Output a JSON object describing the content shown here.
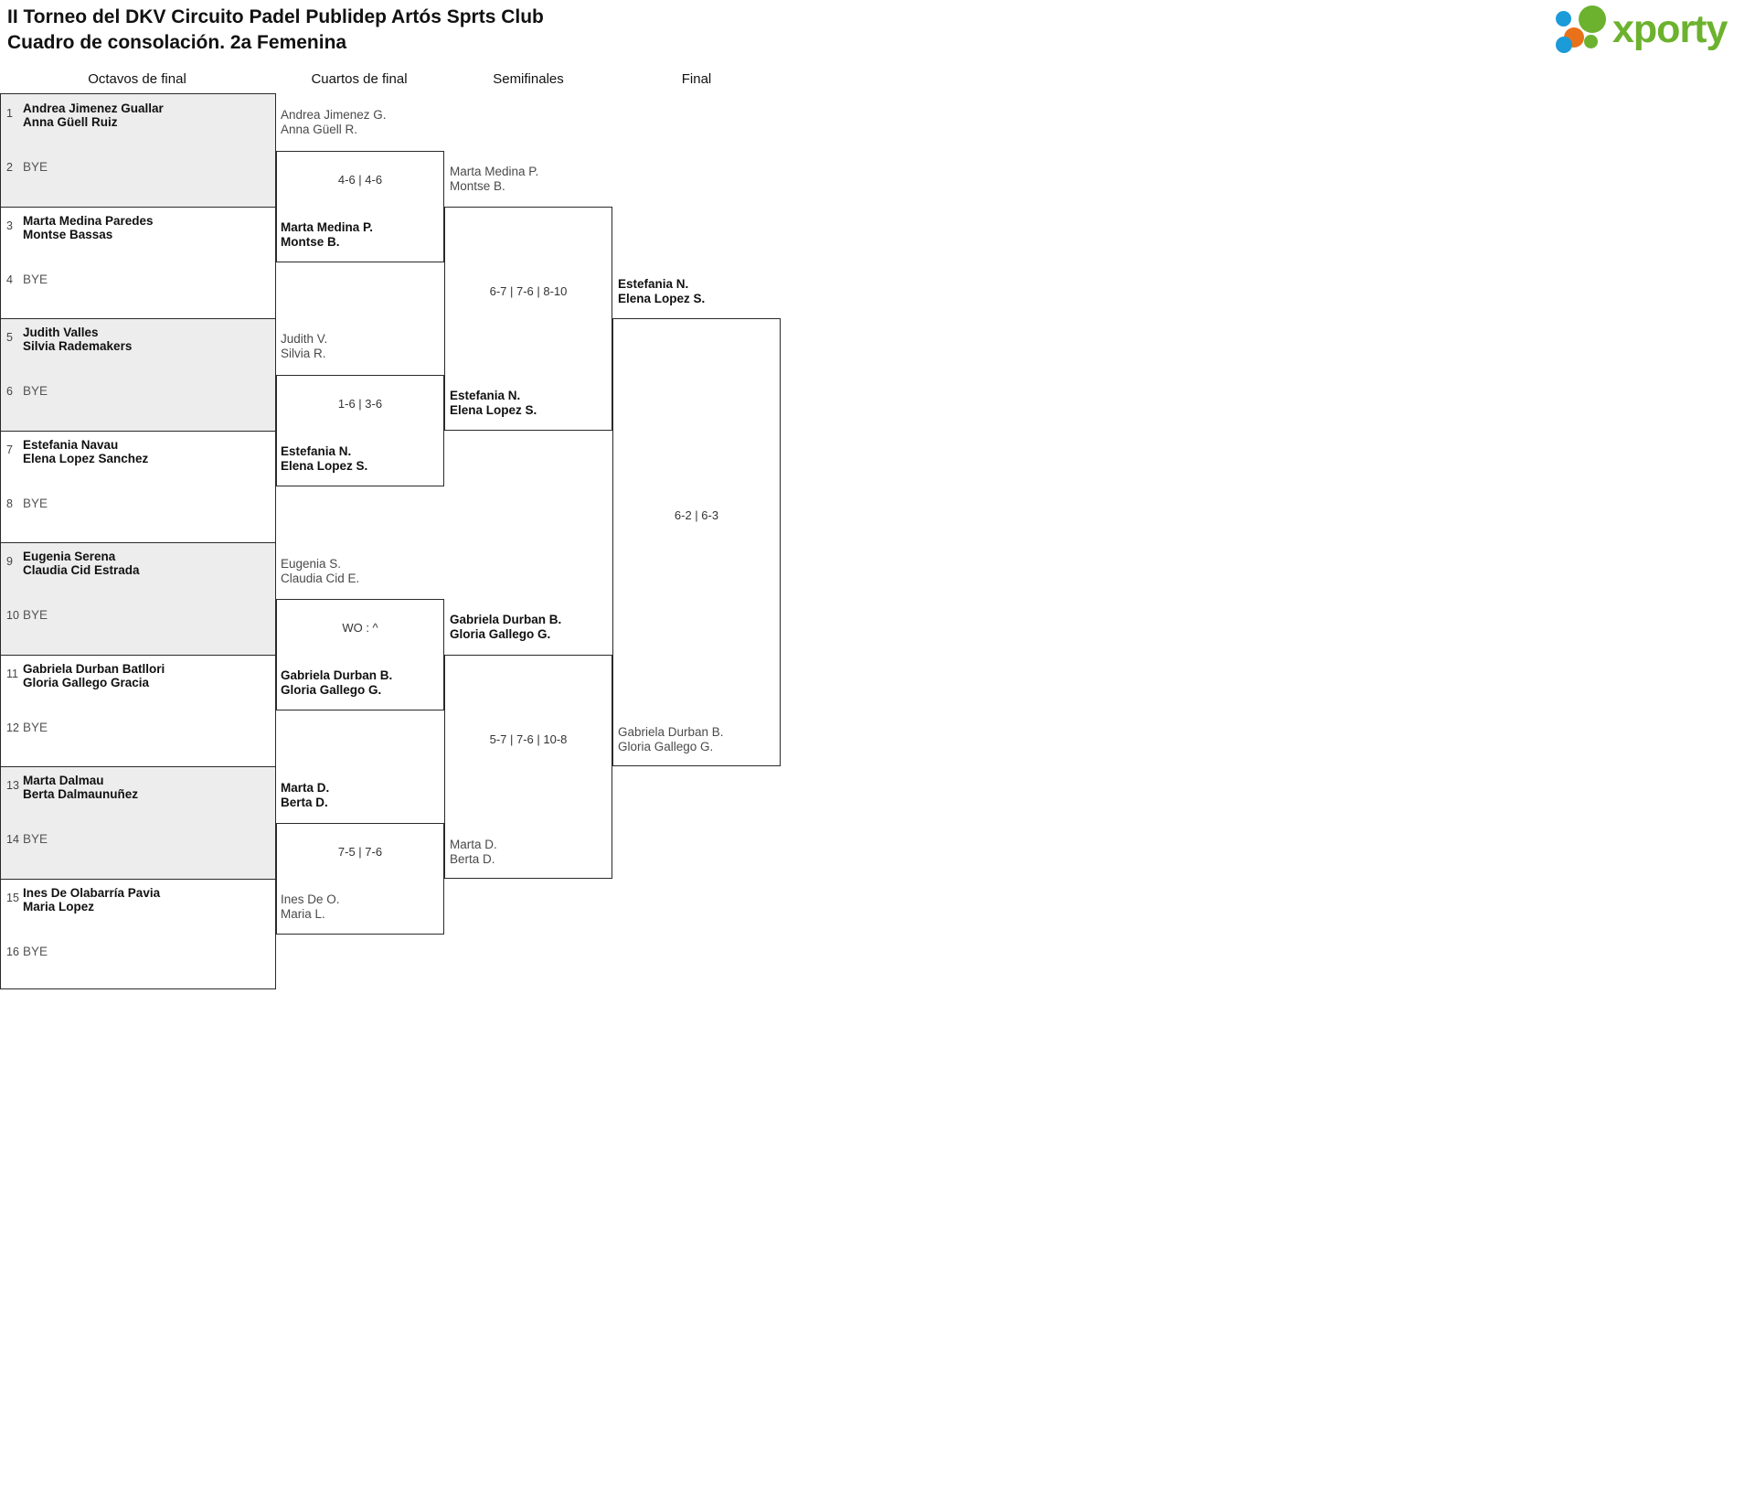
{
  "header": {
    "title_line1": "II Torneo del DKV Circuito Padel Publidep Artós Sprts Club",
    "title_line2": "Cuadro de consolación. 2a Femenina",
    "logo_text": "xporty",
    "logo_colors": {
      "blue": "#1b9bd8",
      "orange": "#e8711a",
      "green": "#6cb22e"
    }
  },
  "rounds": [
    {
      "label": "Octavos de final"
    },
    {
      "label": "Cuartos de final"
    },
    {
      "label": "Semifinales"
    },
    {
      "label": "Final"
    }
  ],
  "round1_slots": [
    {
      "seed": "1",
      "bye": false,
      "line1": "Andrea Jimenez Guallar",
      "line2": "Anna Güell Ruiz"
    },
    {
      "seed": "2",
      "bye": true,
      "line1": "BYE",
      "line2": ""
    },
    {
      "seed": "3",
      "bye": false,
      "line1": "Marta Medina Paredes",
      "line2": "Montse Bassas"
    },
    {
      "seed": "4",
      "bye": true,
      "line1": "BYE",
      "line2": ""
    },
    {
      "seed": "5",
      "bye": false,
      "line1": "Judith Valles",
      "line2": "Silvia Rademakers"
    },
    {
      "seed": "6",
      "bye": true,
      "line1": "BYE",
      "line2": ""
    },
    {
      "seed": "7",
      "bye": false,
      "line1": "Estefania Navau",
      "line2": "Elena Lopez Sanchez"
    },
    {
      "seed": "8",
      "bye": true,
      "line1": "BYE",
      "line2": ""
    },
    {
      "seed": "9",
      "bye": false,
      "line1": "Eugenia Serena",
      "line2": "Claudia Cid Estrada"
    },
    {
      "seed": "10",
      "bye": true,
      "line1": "BYE",
      "line2": ""
    },
    {
      "seed": "11",
      "bye": false,
      "line1": "Gabriela Durban Batllori",
      "line2": "Gloria Gallego Gracia"
    },
    {
      "seed": "12",
      "bye": true,
      "line1": "BYE",
      "line2": ""
    },
    {
      "seed": "13",
      "bye": false,
      "line1": "Marta Dalmau",
      "line2": "Berta Dalmaunuñez"
    },
    {
      "seed": "14",
      "bye": true,
      "line1": "BYE",
      "line2": ""
    },
    {
      "seed": "15",
      "bye": false,
      "line1": "Ines De Olabarría Pavia",
      "line2": "Maria Lopez"
    },
    {
      "seed": "16",
      "bye": true,
      "line1": "BYE",
      "line2": ""
    }
  ],
  "quarterfinals": [
    {
      "score": "4-6 | 4-6",
      "top": {
        "line1": "Andrea Jimenez G.",
        "line2": "Anna Güell R.",
        "winner": false
      },
      "bottom": {
        "line1": "Marta Medina P.",
        "line2": "Montse B.",
        "winner": true
      }
    },
    {
      "score": "1-6 | 3-6",
      "top": {
        "line1": "Judith V.",
        "line2": "Silvia R.",
        "winner": false
      },
      "bottom": {
        "line1": "Estefania N.",
        "line2": "Elena Lopez S.",
        "winner": true
      }
    },
    {
      "score": "WO : ^",
      "top": {
        "line1": "Eugenia S.",
        "line2": "Claudia Cid E.",
        "winner": false
      },
      "bottom": {
        "line1": "Gabriela Durban B.",
        "line2": "Gloria Gallego G.",
        "winner": true
      }
    },
    {
      "score": "7-5 | 7-6",
      "top": {
        "line1": "Marta D.",
        "line2": "Berta D.",
        "winner": true
      },
      "bottom": {
        "line1": "Ines De O.",
        "line2": "Maria L.",
        "winner": false
      }
    }
  ],
  "semifinals": [
    {
      "score": "6-7 | 7-6 | 8-10",
      "top": {
        "line1": "Marta Medina P.",
        "line2": "Montse B.",
        "winner": false
      },
      "bottom": {
        "line1": "Estefania N.",
        "line2": "Elena Lopez S.",
        "winner": true
      }
    },
    {
      "score": "5-7 | 7-6 | 10-8",
      "top": {
        "line1": "Gabriela Durban B.",
        "line2": "Gloria Gallego G.",
        "winner": true
      },
      "bottom": {
        "line1": "Marta D.",
        "line2": "Berta D.",
        "winner": false
      }
    }
  ],
  "final": {
    "score": "6-2 | 6-3",
    "top": {
      "line1": "Estefania N.",
      "line2": "Elena Lopez S.",
      "winner": true
    },
    "bottom": {
      "line1": "Gabriela Durban B.",
      "line2": "Gloria Gallego G.",
      "winner": false
    }
  }
}
